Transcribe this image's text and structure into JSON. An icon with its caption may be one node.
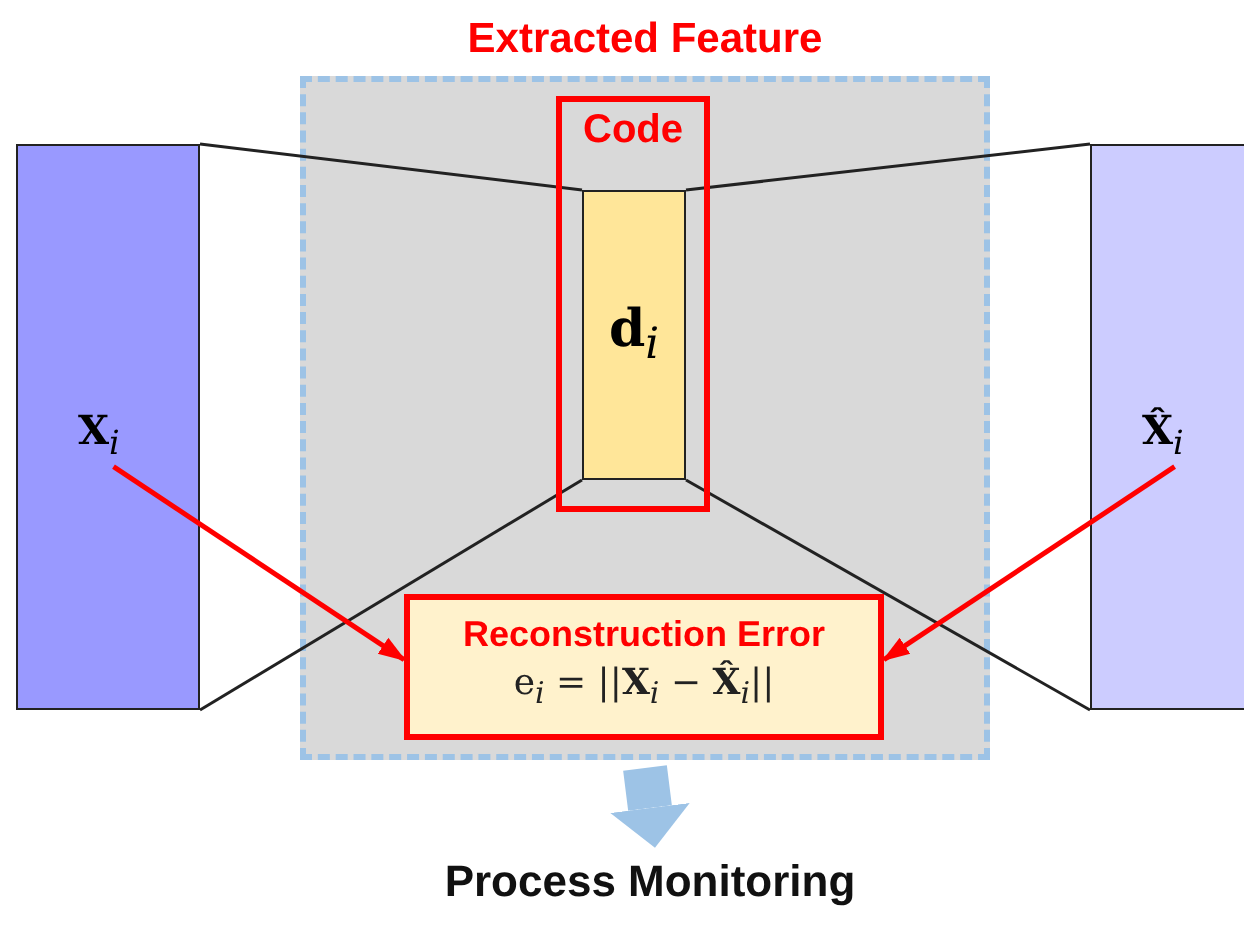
{
  "diagram": {
    "nodes": [
      {
        "text": [
          "Extracted Feature"
        ]
      },
      {
        "text": [
          "Code"
        ],
        "in": 0
      },
      {
        "text": [
          "**d**$_{i}$"
        ],
        "in": 1
      },
      {
        "text": [
          "**X**$_{i}$"
        ]
      },
      {
        "text": [
          "**X̂**$_{i}$"
        ]
      },
      {
        "text": [
          "Reconstruction Error",
          "e$_{i}$ = ||**X**$_{i}$ − **X̂**$_{i}$||"
        ],
        "in": 0
      },
      {
        "text": [
          "Process Monitoring"
        ]
      }
    ],
    "edges": [
      {
        "from": 3,
        "to": 2,
        "arrow": "none"
      },
      {
        "from": 3,
        "to": 2,
        "arrow": "none"
      },
      {
        "from": 2,
        "to": 4,
        "arrow": "none"
      },
      {
        "from": 2,
        "to": 4,
        "arrow": "none"
      },
      {
        "from": 3,
        "to": 5,
        "arrow": "to",
        "color": "#ff0000"
      },
      {
        "from": 4,
        "to": 5,
        "arrow": "to",
        "color": "#ff0000"
      },
      {
        "from": 0,
        "to": 6,
        "arrow": "to",
        "style": "thick",
        "color": "#9dc3e6"
      }
    ]
  }
}
